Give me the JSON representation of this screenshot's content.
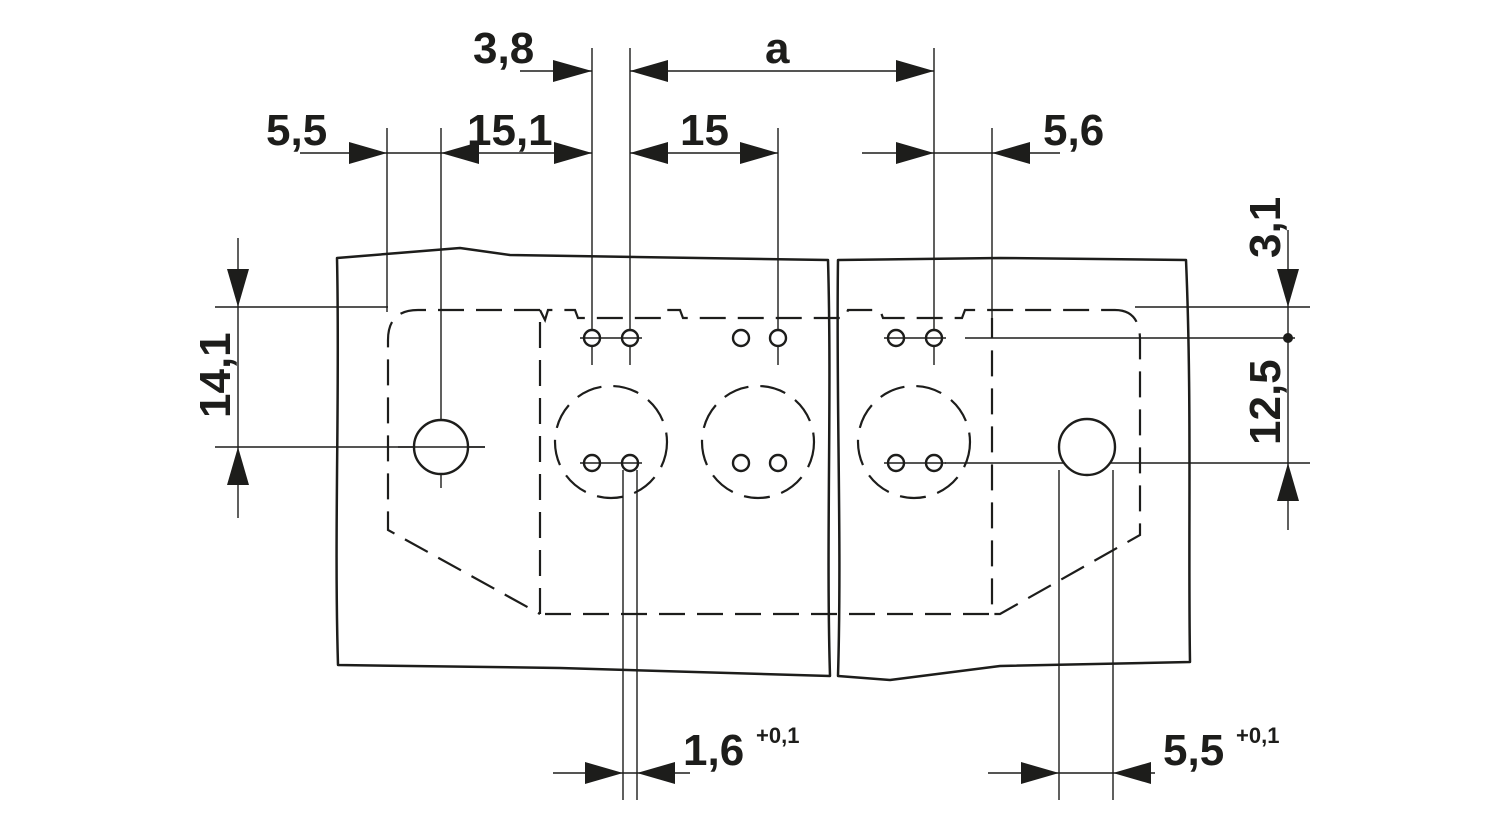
{
  "dimensions": {
    "d_3_8": "3,8",
    "d_a": "a",
    "d_5_5_top": "5,5",
    "d_15_1": "15,1",
    "d_15": "15",
    "d_5_6": "5,6",
    "d_3_1": "3,1",
    "d_14_1": "14,1",
    "d_12_5": "12,5",
    "d_1_6": "1,6",
    "d_1_6_tol": "+0,1",
    "d_5_5_bottom": "5,5",
    "d_5_5_bottom_tol": "+0,1"
  },
  "colors": {
    "line": "#1d1d1b",
    "background": "#ffffff"
  }
}
